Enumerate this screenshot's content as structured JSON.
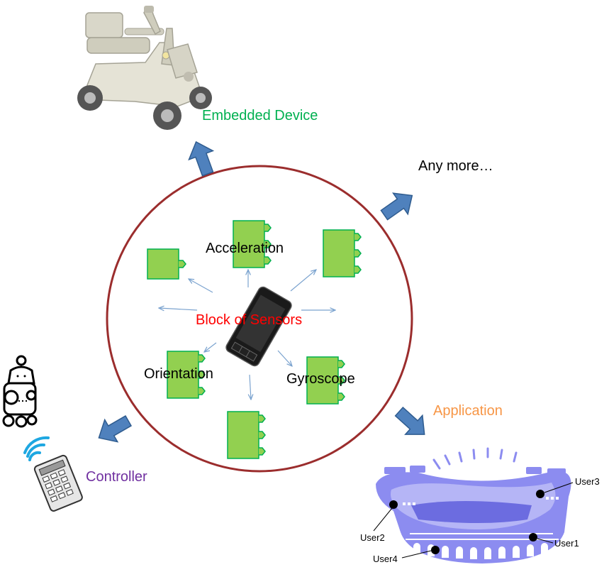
{
  "center_label": "Block of Sensors",
  "sensors": {
    "acceleration": "Acceleration",
    "orientation": "Orientation",
    "gyroscope": "Gyroscope"
  },
  "outputs": {
    "embedded_device": "Embedded Device",
    "any_more": "Any more…",
    "controller": "Controller",
    "application": "Application"
  },
  "stadium_users": {
    "user1": "User1",
    "user2": "User2",
    "user3": "User3",
    "user4": "User4"
  },
  "colors": {
    "circle": "#9b2d2d",
    "sensor_block": "#92d050",
    "sensor_border": "#00b050",
    "arrow_fill": "#4f81bd",
    "thin_arrow": "#7ba3cf",
    "embedded_label": "#00b050",
    "center_label": "#ff0000",
    "controller_label": "#7030a0",
    "application_label": "#f79646",
    "stadium": "#8c8cf0"
  },
  "icons": [
    "scooter-icon",
    "phone-icon",
    "robot-icon",
    "remote-control-icon",
    "wifi-signal-icon",
    "stadium-icon"
  ]
}
